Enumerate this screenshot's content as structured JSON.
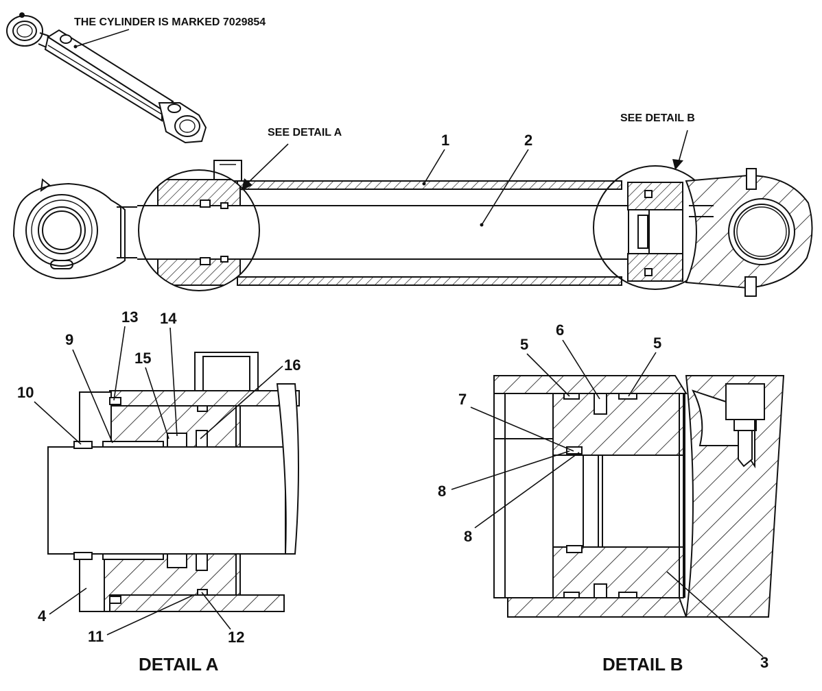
{
  "note": "THE CYLINDER IS MARKED 7029854",
  "callouts": {
    "see_detail_a": "SEE DETAIL A",
    "see_detail_b": "SEE DETAIL B"
  },
  "titles": {
    "detail_a": "DETAIL A",
    "detail_b": "DETAIL B"
  },
  "main_labels": {
    "p1": "1",
    "p2": "2"
  },
  "detail_a_labels": {
    "p4": "4",
    "p9": "9",
    "p10": "10",
    "p11": "11",
    "p12": "12",
    "p13": "13",
    "p14": "14",
    "p15": "15",
    "p16": "16"
  },
  "detail_b_labels": {
    "p3": "3",
    "p5a": "5",
    "p5b": "5",
    "p6": "6",
    "p7": "7",
    "p8a": "8",
    "p8b": "8"
  }
}
